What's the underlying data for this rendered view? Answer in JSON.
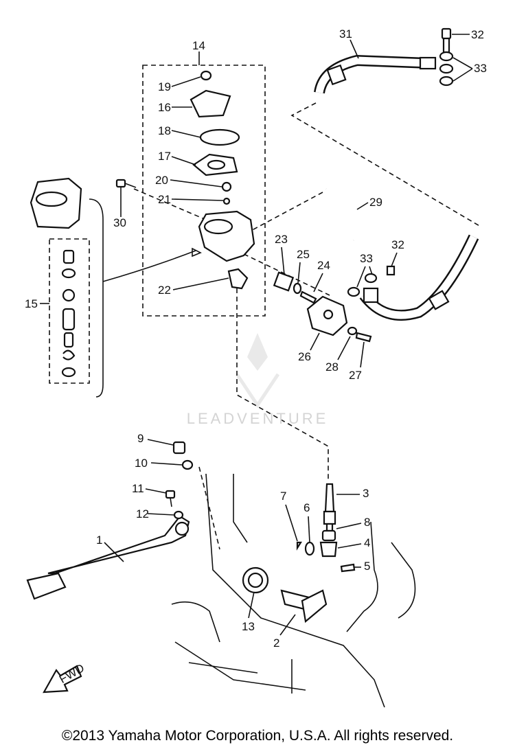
{
  "diagram": {
    "copyright": "©2013 Yamaha Motor Corporation, U.S.A. All rights reserved.",
    "watermark": "LEADVENTURE",
    "fwd_label": "FWD",
    "callouts": [
      "1",
      "2",
      "3",
      "4",
      "5",
      "6",
      "7",
      "8",
      "9",
      "10",
      "11",
      "12",
      "13",
      "14",
      "15",
      "16",
      "17",
      "18",
      "19",
      "20",
      "21",
      "22",
      "23",
      "24",
      "25",
      "26",
      "27",
      "28",
      "29",
      "30",
      "31",
      "32",
      "32",
      "33",
      "33"
    ]
  }
}
